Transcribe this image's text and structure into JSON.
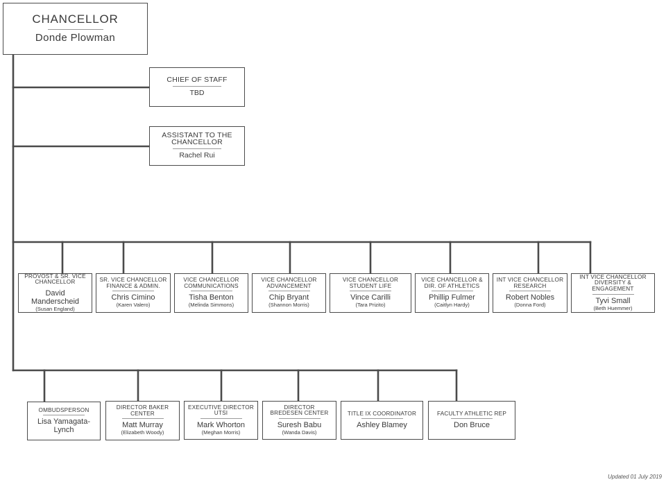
{
  "chancellor": {
    "title": "CHANCELLOR",
    "name": "Donde Plowman"
  },
  "staff": [
    {
      "title": "CHIEF OF STAFF",
      "name": "TBD"
    },
    {
      "title": "ASSISTANT TO THE CHANCELLOR",
      "name": "Rachel Rui"
    }
  ],
  "vice_chancellors": [
    {
      "title": "PROVOST & SR. VICE CHANCELLOR",
      "name": "David Manderscheid",
      "assistant": "(Susan England)"
    },
    {
      "title": "SR. VICE CHANCELLOR FINANCE & ADMIN.",
      "name": "Chris Cimino",
      "assistant": "(Karen Valero)"
    },
    {
      "title": "VICE CHANCELLOR COMMUNICATIONS",
      "name": "Tisha Benton",
      "assistant": "(Melinda Simmons)"
    },
    {
      "title": "VICE CHANCELLOR ADVANCEMENT",
      "name": "Chip Bryant",
      "assistant": "(Shannon Morris)"
    },
    {
      "title": "VICE CHANCELLOR STUDENT LIFE",
      "name": "Vince Carilli",
      "assistant": "(Tara Prizito)"
    },
    {
      "title": "VICE CHANCELLOR & DIR. OF ATHLETICS",
      "name": "Phillip Fulmer",
      "assistant": "(Caitlyn Hardy)"
    },
    {
      "title": "INT VICE CHANCELLOR RESEARCH",
      "name": "Robert Nobles",
      "assistant": "(Donna Ford)"
    },
    {
      "title": "INT VICE CHANCELLOR DIVERSITY & ENGAGEMENT",
      "name": "Tyvi Small",
      "assistant": "(Beth Huemmer)"
    }
  ],
  "other_reports": [
    {
      "title": "OMBUDSPERSON",
      "name": "Lisa Yamagata-Lynch",
      "assistant": ""
    },
    {
      "title": "DIRECTOR BAKER CENTER",
      "name": "Matt Murray",
      "assistant": "(Elizabeth Woody)"
    },
    {
      "title": "EXECUTIVE DIRECTOR UTSI",
      "name": "Mark Whorton",
      "assistant": "(Meghan Morris)"
    },
    {
      "title": "DIRECTOR BREDESEN CENTER",
      "name": "Suresh Babu",
      "assistant": "(Wanda Davis)"
    },
    {
      "title": "TITLE IX COORDINATOR",
      "name": "Ashley Blamey",
      "assistant": ""
    },
    {
      "title": "FACULTY ATHLETIC REP",
      "name": "Don Bruce",
      "assistant": ""
    }
  ],
  "footer": {
    "updated": "Updated 01 July 2019"
  },
  "colors": {
    "line": "#4a4a4a",
    "text": "#3a3a3a",
    "rule": "#9a9a9a"
  }
}
